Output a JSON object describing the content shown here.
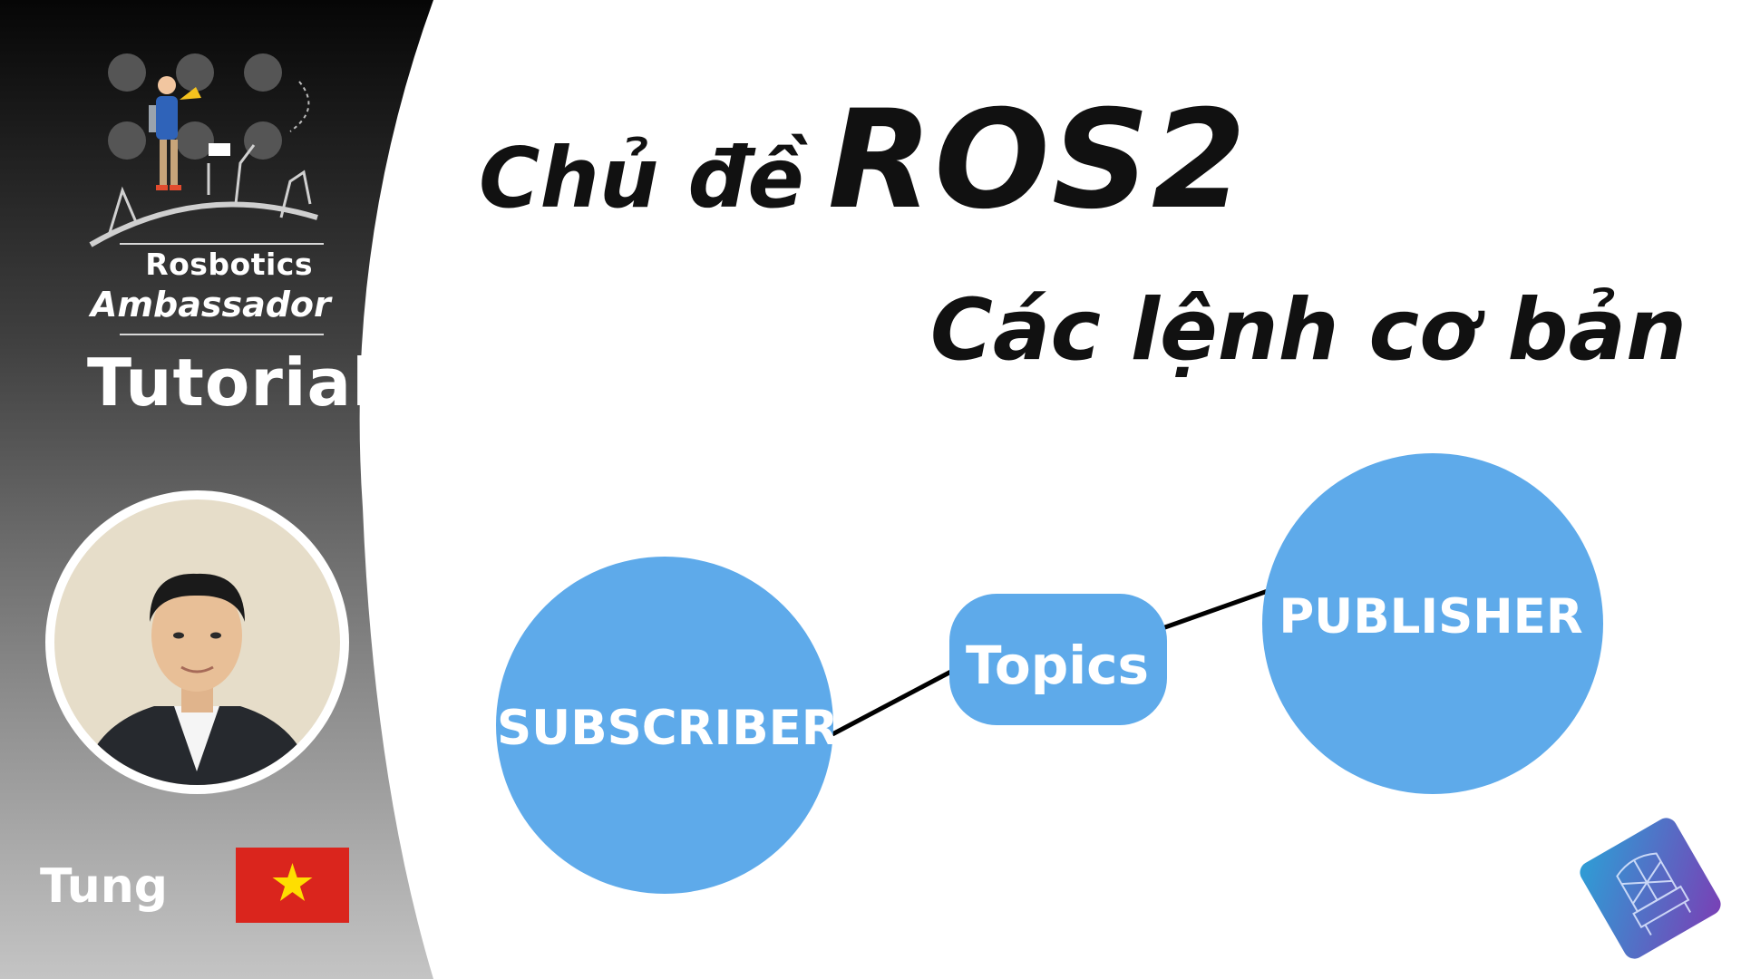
{
  "sidebar": {
    "brand_line1": "Rosbotics",
    "brand_line2": "Ambassador",
    "section": "Tutorial",
    "user_name": "Tung",
    "flag_icon": "vietnam-flag-icon"
  },
  "title": {
    "prefix": "Chủ đề",
    "highlight": "ROS2",
    "subtitle": "Các lệnh cơ bản"
  },
  "diagram": {
    "subscriber": "SUBSCRIBER",
    "topics": "Topics",
    "publisher": "PUBLISHER",
    "node_color": "#5eaaea"
  },
  "colors": {
    "panel_top": "#0a0a0a",
    "panel_bottom": "#b5b5b5",
    "text_dark": "#111111"
  }
}
